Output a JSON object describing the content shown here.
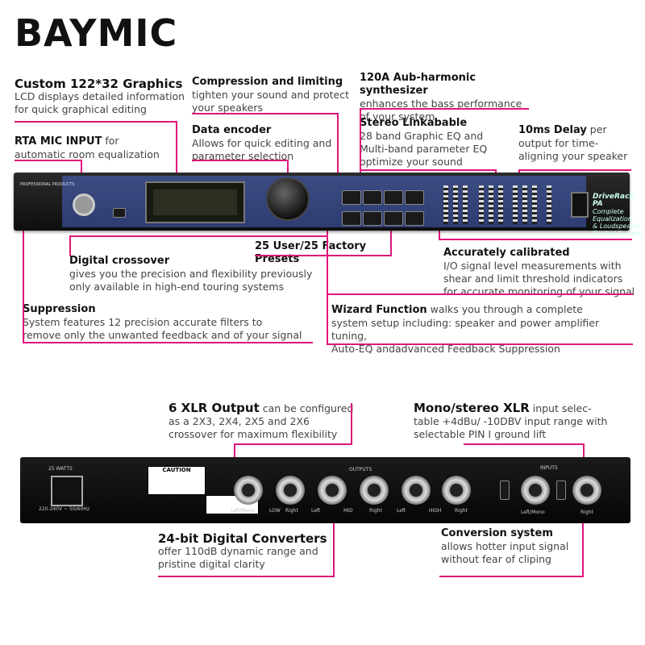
{
  "brand": {
    "logo": "BAYMIC"
  },
  "front_callouts": {
    "graphics": {
      "title": "Custom 122*32 Graphics",
      "body_1": "LCD displays detailed information",
      "body_2": "for quick graphical editing"
    },
    "compression": {
      "title": "Compression and limiting",
      "body_1": "tighten your sound and protect",
      "body_2": "your speakers"
    },
    "sub_harmonic": {
      "title": "120A Aub-harmonic synthesizer",
      "body_1": "enhances the bass performance",
      "body_2": "of your system"
    },
    "rta": {
      "title": "RTA MIC INPUT",
      "title_suffix": " for",
      "body_1": "automatic room equalization"
    },
    "data_encoder": {
      "title": "Data encoder",
      "body_1": "Allows for quick editing and",
      "body_2": "parameter selection"
    },
    "stereo": {
      "title": "Stereo Linkabable",
      "body_1": "28 band Graphic EQ and",
      "body_2": "Multi-band parameter EQ",
      "body_3": "optimize your sound"
    },
    "delay": {
      "title": "10ms Delay",
      "title_suffix": " per",
      "body_1": "output for time-",
      "body_2": "aligning your speaker"
    },
    "presets": {
      "title": "25 User/25 Factory Presets"
    },
    "crossover": {
      "title": "Digital crossover",
      "body_1": "gives you the precision and flexibility previously",
      "body_2": "only available in high-end touring systems"
    },
    "calibrated": {
      "title": "Accurately calibrated",
      "body_1": "I/O signal level measurements with",
      "body_2": "shear and limit threshold indicators",
      "body_3": "for accurate monitoring of your signal"
    },
    "suppression": {
      "title": "Suppression",
      "body_1": "System features 12 precision accurate filters to",
      "body_2": "remove only the unwanted feedback and of your signal"
    },
    "wizard": {
      "title": "Wizard Function",
      "title_suffix": " walks you through a complete",
      "body_1": "system setup including: speaker and power amplifier tuning,",
      "body_2": "Auto-EQ andadvanced Feedback Suppression"
    }
  },
  "rear_callouts": {
    "xlr_output": {
      "title": "6 XLR Output",
      "title_suffix": " can be configured",
      "body_1": "as a 2X3, 2X4, 2X5 and 2X6",
      "body_2": "crossover for maximum flexibility"
    },
    "mono_stereo": {
      "title": "Mono/stereo XLR",
      "title_suffix": " input selec-",
      "body_1": "table +4dBu/ -10DBV input range with",
      "body_2": "selectable PIN I ground lift"
    },
    "converters": {
      "title": "24-bit Digital Converters",
      "body_1": "offer 110dB dynamic range and",
      "body_2": "pristine digital clarity"
    },
    "conversion": {
      "title": "Conversion system",
      "body_1": "allows hotter input signal",
      "body_2": "without fear of cliping"
    }
  },
  "device_front": {
    "model": "DriveRack PA",
    "model_sub_1": "Complete Equalization",
    "model_sub_2": "& Loudspeaker",
    "model_sub_3": "Control System",
    "label_pro": "PROFESSIONAL PRODUCTS"
  },
  "device_rear": {
    "watts": "25 WATTS",
    "voltage": "220-240V ~ 50/60Hz",
    "caution": "CAUTION",
    "outputs": "OUTPUTS",
    "inputs": "INPUTS",
    "out_labels": [
      "Left/Mono",
      "LOW",
      "Right",
      "Left",
      "MID",
      "Right",
      "Left",
      "HIGH",
      "Right"
    ],
    "in_labels": [
      "Left/Mono",
      "Right"
    ]
  },
  "colors": {
    "accent": "#e0157b",
    "panel_blue": "#34457a"
  }
}
